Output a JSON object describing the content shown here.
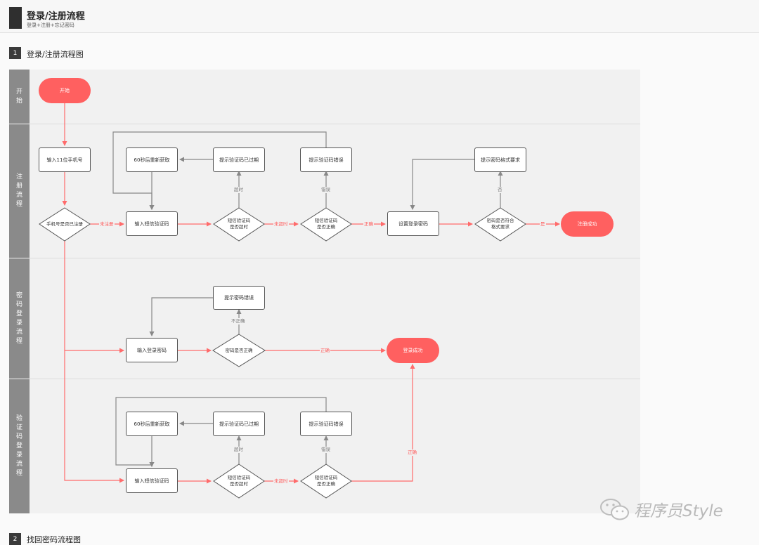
{
  "header": {
    "title": "登录/注册流程",
    "subtitle": "登录+注册+忘记密码"
  },
  "sections": [
    {
      "number": "1",
      "title": "登录/注册流程图"
    },
    {
      "number": "2",
      "title": "找回密码流程图"
    }
  ],
  "lanes": [
    {
      "label": "开始"
    },
    {
      "label": "注册流程"
    },
    {
      "label": "密码登录流程"
    },
    {
      "label": "验证码登录流程"
    }
  ],
  "nodes": {
    "start": "开始",
    "input_phone": "输入11位手机号",
    "phone_registered": "手机号是否已注册",
    "input_sms_reg": "输入短信验证码",
    "refetch_60s_reg": "60秒后重新获取",
    "sms_expired_tip_reg": "提示验证码已过期",
    "sms_timeout_reg": [
      "短信验证码",
      "是否超时"
    ],
    "sms_error_tip_reg": "提示验证码错误",
    "sms_correct_reg": [
      "短信验证码",
      "是否正确"
    ],
    "set_password": "设置登录密码",
    "pwd_format_tip": "提示密码格式要求",
    "pwd_format_check": [
      "密码是否符合",
      "格式要求"
    ],
    "register_success": "注册成功",
    "input_login_pwd": "输入登录密码",
    "pwd_error_tip": "提示密码错误",
    "pwd_correct": "密码是否正确",
    "login_success": "登录成功",
    "input_sms_login": "输入短信验证码",
    "refetch_60s_login": "60秒后重新获取",
    "sms_expired_tip_login": "提示验证码已过期",
    "sms_timeout_login": [
      "短信验证码",
      "是否超时"
    ],
    "sms_error_tip_login": "提示验证码错误",
    "sms_correct_login": [
      "短信验证码",
      "是否正确"
    ]
  },
  "edge_labels": {
    "not_registered": "未注册",
    "timeout_1": "超时",
    "not_timeout_1": "未超时",
    "wrong_1": "错误",
    "correct_1": "正确",
    "no": "否",
    "yes": "是",
    "incorrect": "不正确",
    "correct_pwd": "正确",
    "timeout_2": "超时",
    "wrong_2": "错误",
    "not_timeout_2": "未超时",
    "correct_2": "正确"
  },
  "colors": {
    "accent": "#ff6060",
    "line_red": "#ff6b6b",
    "line_gray": "#888888",
    "lane_label": "#8a8a8a"
  },
  "watermark": {
    "icon": "wechat-icon",
    "text": "程序员Style"
  }
}
